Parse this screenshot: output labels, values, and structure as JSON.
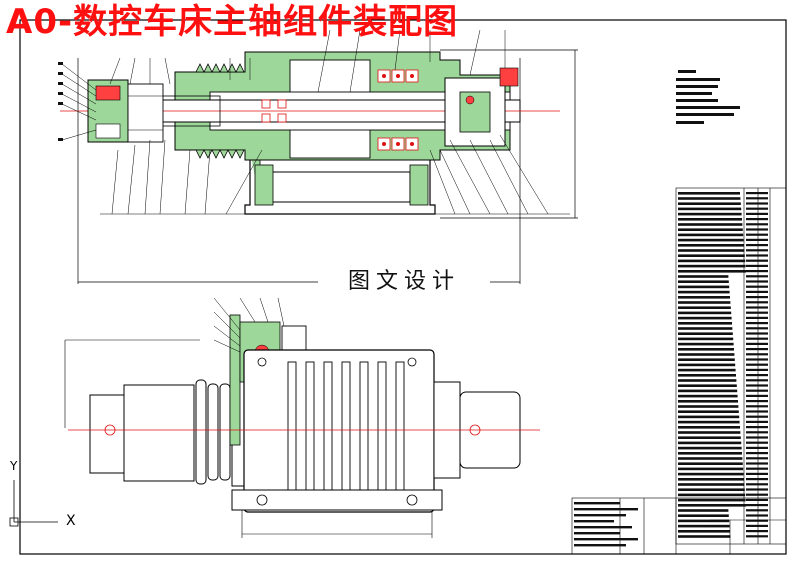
{
  "drawing": {
    "title": "A0-数控车床主轴组件装配图",
    "watermark": "图文设计"
  },
  "axis": {
    "x": "X",
    "y": "Y"
  }
}
